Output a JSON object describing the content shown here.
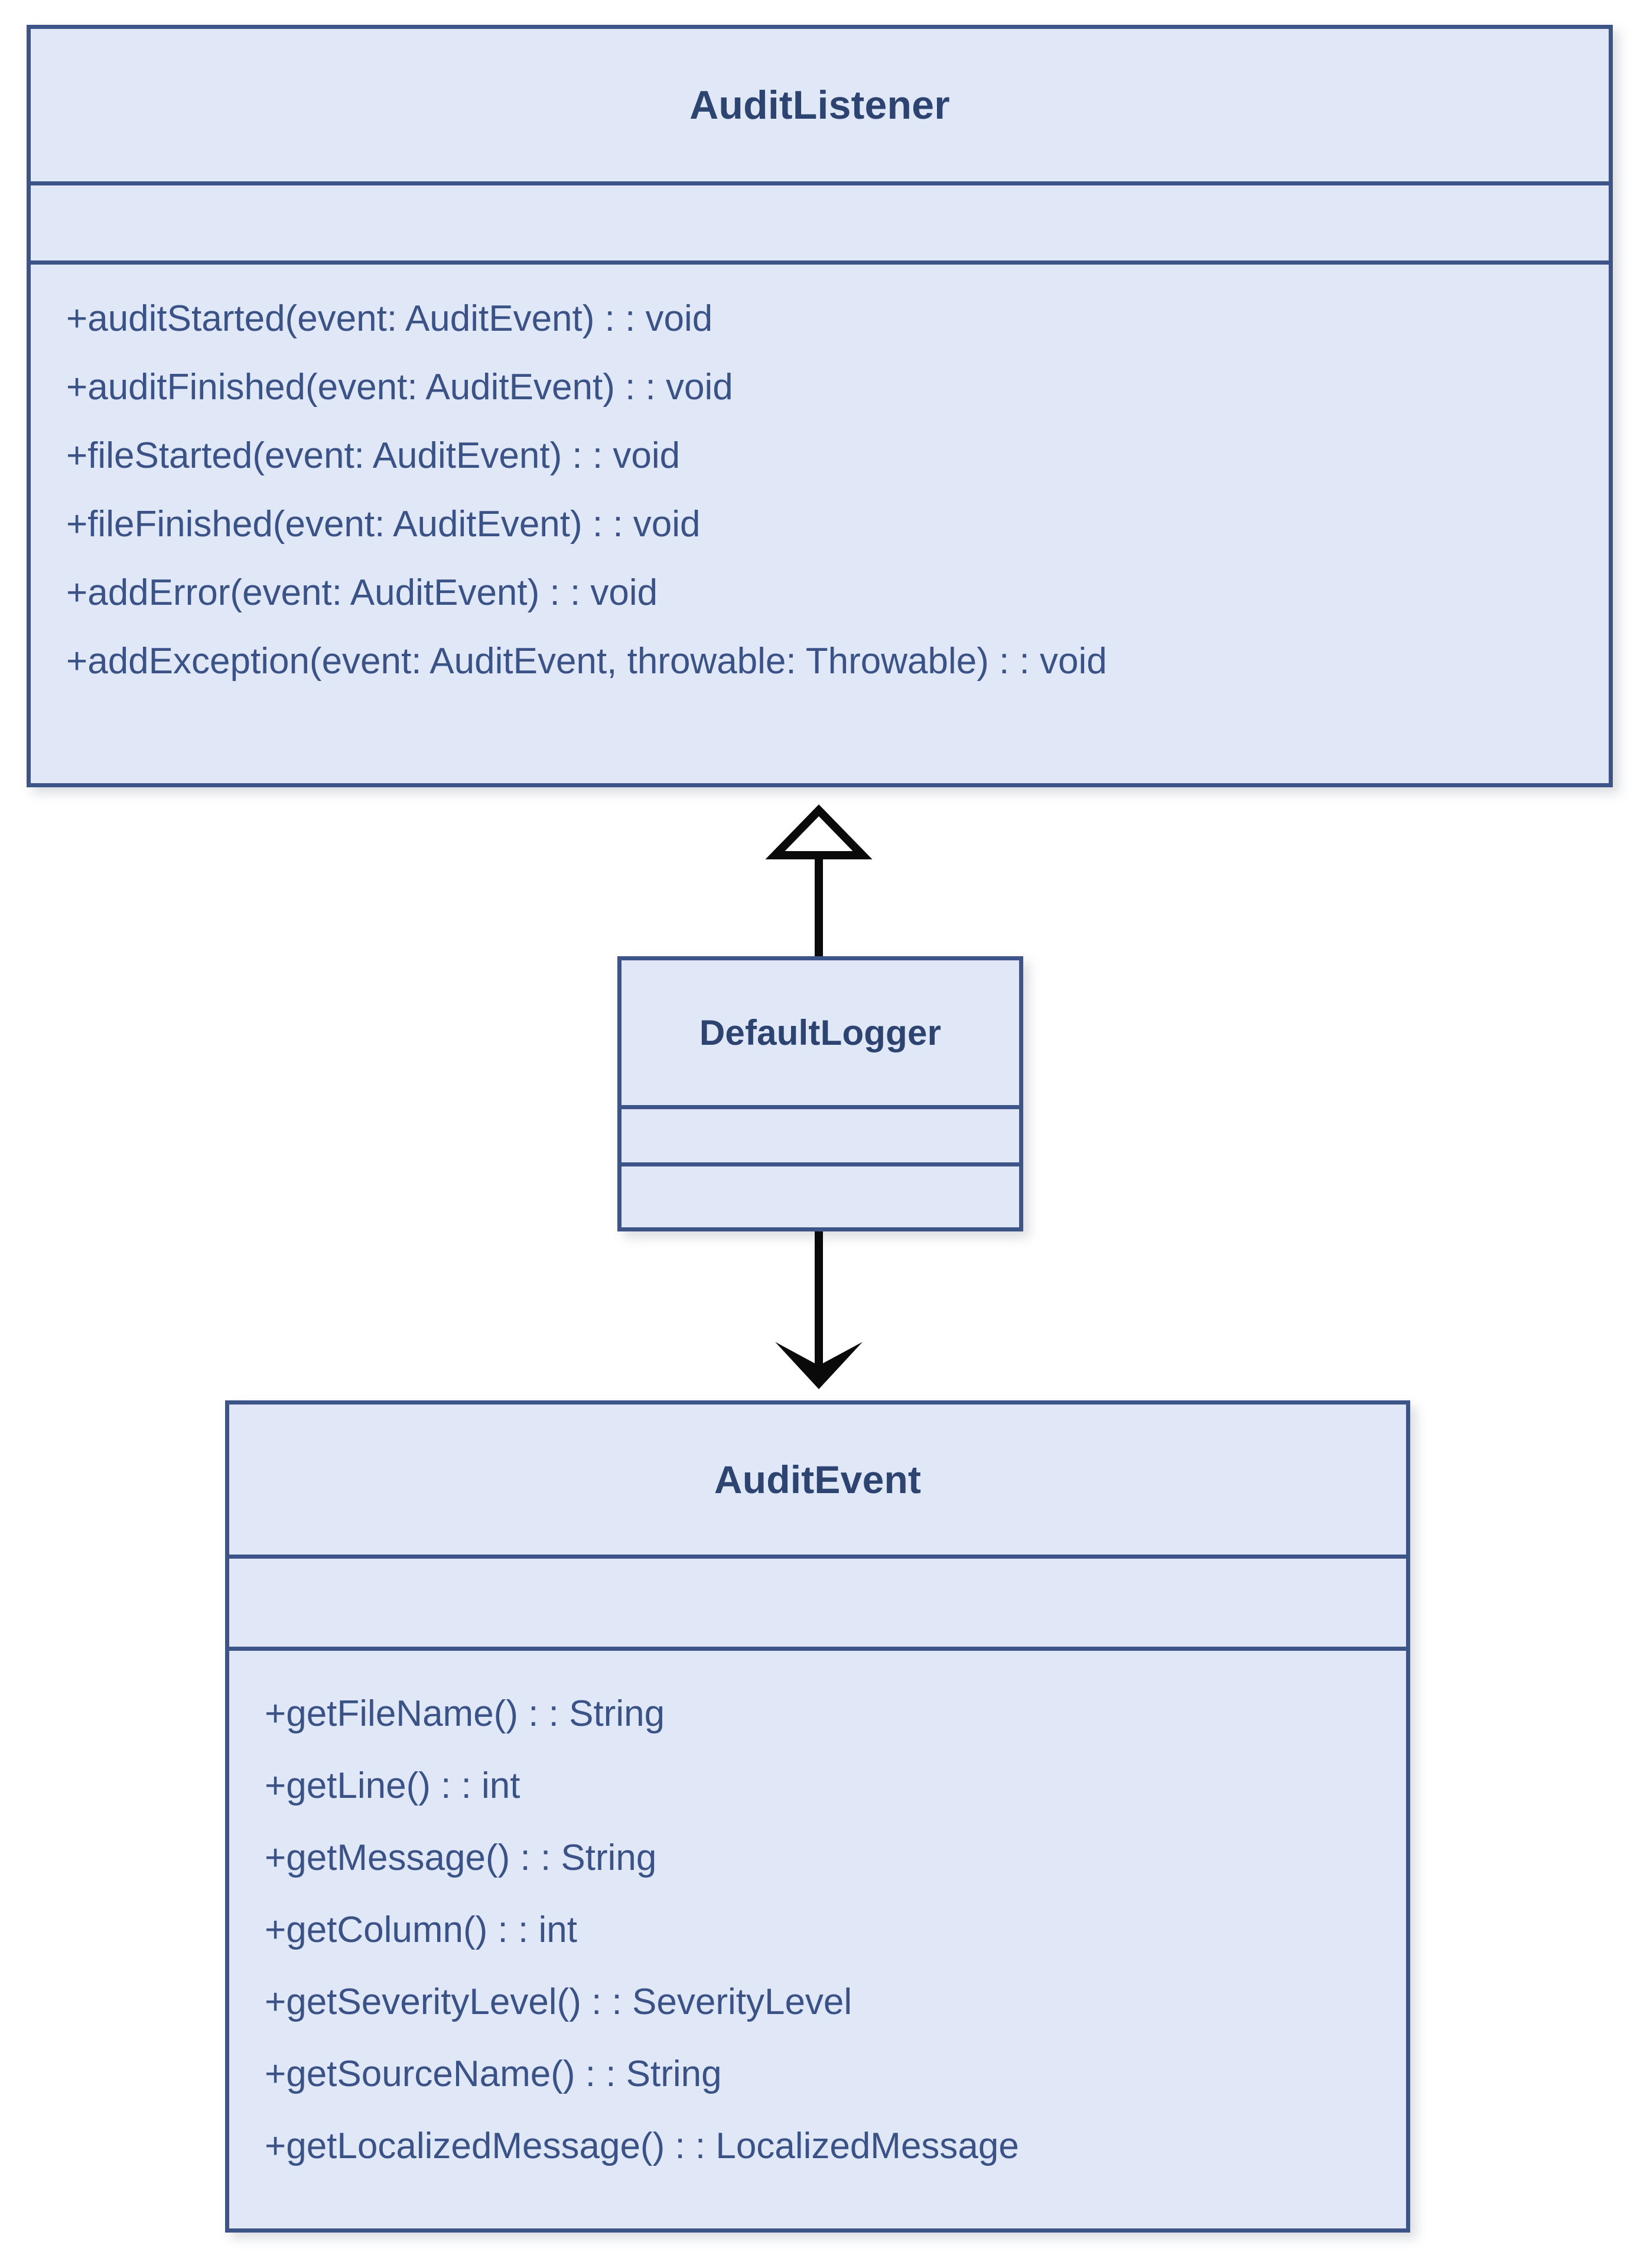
{
  "diagram": {
    "type": "uml-class-diagram",
    "title": "AuditListener / DefaultLogger / AuditEvent",
    "colors": {
      "class_fill": "#e0e8f8",
      "class_border": "#3d5489",
      "class_name_text": "#2e4470",
      "member_text": "#3a5285",
      "connector": "#0a0a0a",
      "background": "#ffffff"
    },
    "classes": [
      {
        "id": "audit-listener",
        "name": "AuditListener",
        "attributes": [],
        "methods": [
          "+auditStarted(event: AuditEvent) : : void",
          "+auditFinished(event: AuditEvent) : : void",
          "+fileStarted(event: AuditEvent) : : void",
          "+fileFinished(event: AuditEvent) : : void",
          "+addError(event: AuditEvent) : : void",
          "+addException(event: AuditEvent, throwable: Throwable) : : void"
        ]
      },
      {
        "id": "default-logger",
        "name": "DefaultLogger",
        "attributes": [],
        "methods": []
      },
      {
        "id": "audit-event",
        "name": "AuditEvent",
        "attributes": [],
        "methods": [
          "+getFileName() : : String",
          "+getLine() : : int",
          "+getMessage() : : String",
          "+getColumn() : : int",
          "+getSeverityLevel() : : SeverityLevel",
          "+getSourceName() : : String",
          "+getLocalizedMessage() : : LocalizedMessage"
        ]
      }
    ],
    "relationships": [
      {
        "id": "generalization-default-logger-to-audit-listener",
        "from": "DefaultLogger",
        "to": "AuditListener",
        "kind": "generalization",
        "arrowhead": "hollow-triangle",
        "direction": "up",
        "label": ""
      },
      {
        "id": "dependency-default-logger-to-audit-event",
        "from": "DefaultLogger",
        "to": "AuditEvent",
        "kind": "dependency",
        "arrowhead": "solid-open",
        "direction": "down",
        "label": ""
      }
    ]
  }
}
